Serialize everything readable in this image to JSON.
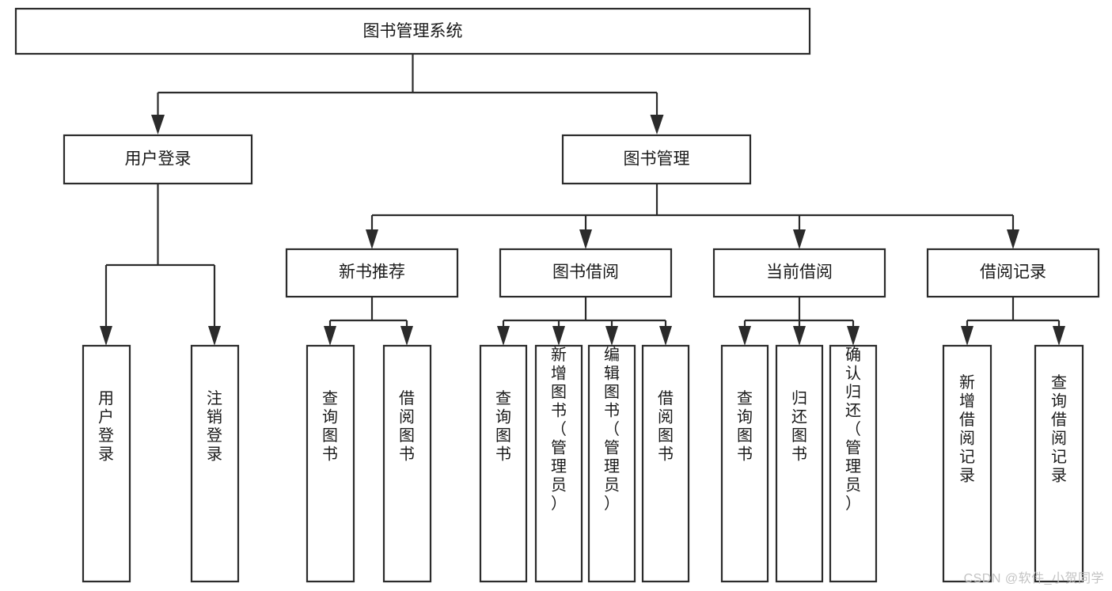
{
  "diagram": {
    "type": "tree-hierarchy-chart",
    "title": "图书管理系统",
    "background_color": "#ffffff",
    "line_color": "#2b2b2b",
    "text_color": "#1a1a1a",
    "box_fill": "#ffffff",
    "root": {
      "label": "图书管理系统",
      "orientation": "horizontal"
    },
    "level2": [
      {
        "label": "用户登录",
        "orientation": "horizontal"
      },
      {
        "label": "图书管理",
        "orientation": "horizontal"
      }
    ],
    "level3": [
      {
        "label": "新书推荐",
        "orientation": "horizontal",
        "parent": "图书管理"
      },
      {
        "label": "图书借阅",
        "orientation": "horizontal",
        "parent": "图书管理"
      },
      {
        "label": "当前借阅",
        "orientation": "horizontal",
        "parent": "图书管理"
      },
      {
        "label": "借阅记录",
        "orientation": "horizontal",
        "parent": "图书管理"
      }
    ],
    "leaves": [
      {
        "label": "用户登录",
        "orientation": "vertical",
        "parent": "用户登录"
      },
      {
        "label": "注销登录",
        "orientation": "vertical",
        "parent": "用户登录"
      },
      {
        "label": "查询图书",
        "orientation": "vertical",
        "parent": "新书推荐"
      },
      {
        "label": "借阅图书",
        "orientation": "vertical",
        "parent": "新书推荐"
      },
      {
        "label": "查询图书",
        "orientation": "vertical",
        "parent": "图书借阅"
      },
      {
        "label": "新增图书（管理员）",
        "orientation": "vertical",
        "parent": "图书借阅"
      },
      {
        "label": "编辑图书（管理员）",
        "orientation": "vertical",
        "parent": "图书借阅"
      },
      {
        "label": "借阅图书",
        "orientation": "vertical",
        "parent": "图书借阅"
      },
      {
        "label": "查询图书",
        "orientation": "vertical",
        "parent": "当前借阅"
      },
      {
        "label": "归还图书",
        "orientation": "vertical",
        "parent": "当前借阅"
      },
      {
        "label": "确认归还（管理员）",
        "orientation": "vertical",
        "parent": "当前借阅"
      },
      {
        "label": "新增借阅记录",
        "orientation": "vertical",
        "parent": "借阅记录"
      },
      {
        "label": "查询借阅记录",
        "orientation": "vertical",
        "parent": "借阅记录"
      }
    ]
  },
  "watermark": {
    "text": "CSDN @软件_小贺同学"
  }
}
